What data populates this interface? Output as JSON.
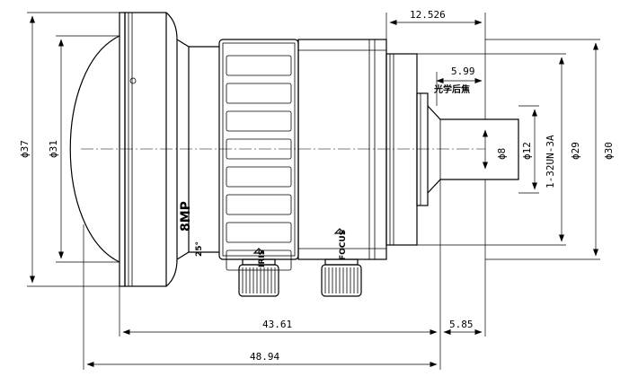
{
  "dimensions": {
    "d37": "ϕ37",
    "d31": "ϕ31",
    "d8": "ϕ8",
    "d12": "ϕ12",
    "thread": "1-32UN-3A",
    "d29": "ϕ29",
    "d30": "ϕ30",
    "len_12_526": "12.526",
    "len_5_99": "5.99",
    "back_focus": "光学后焦",
    "len_43_61": "43.61",
    "len_5_85": "5.85",
    "len_48_94": "48.94"
  },
  "barrel_marks": {
    "format": "8MP",
    "aperture": "25°",
    "iris": "IRIS",
    "focus": "FOCUS"
  }
}
